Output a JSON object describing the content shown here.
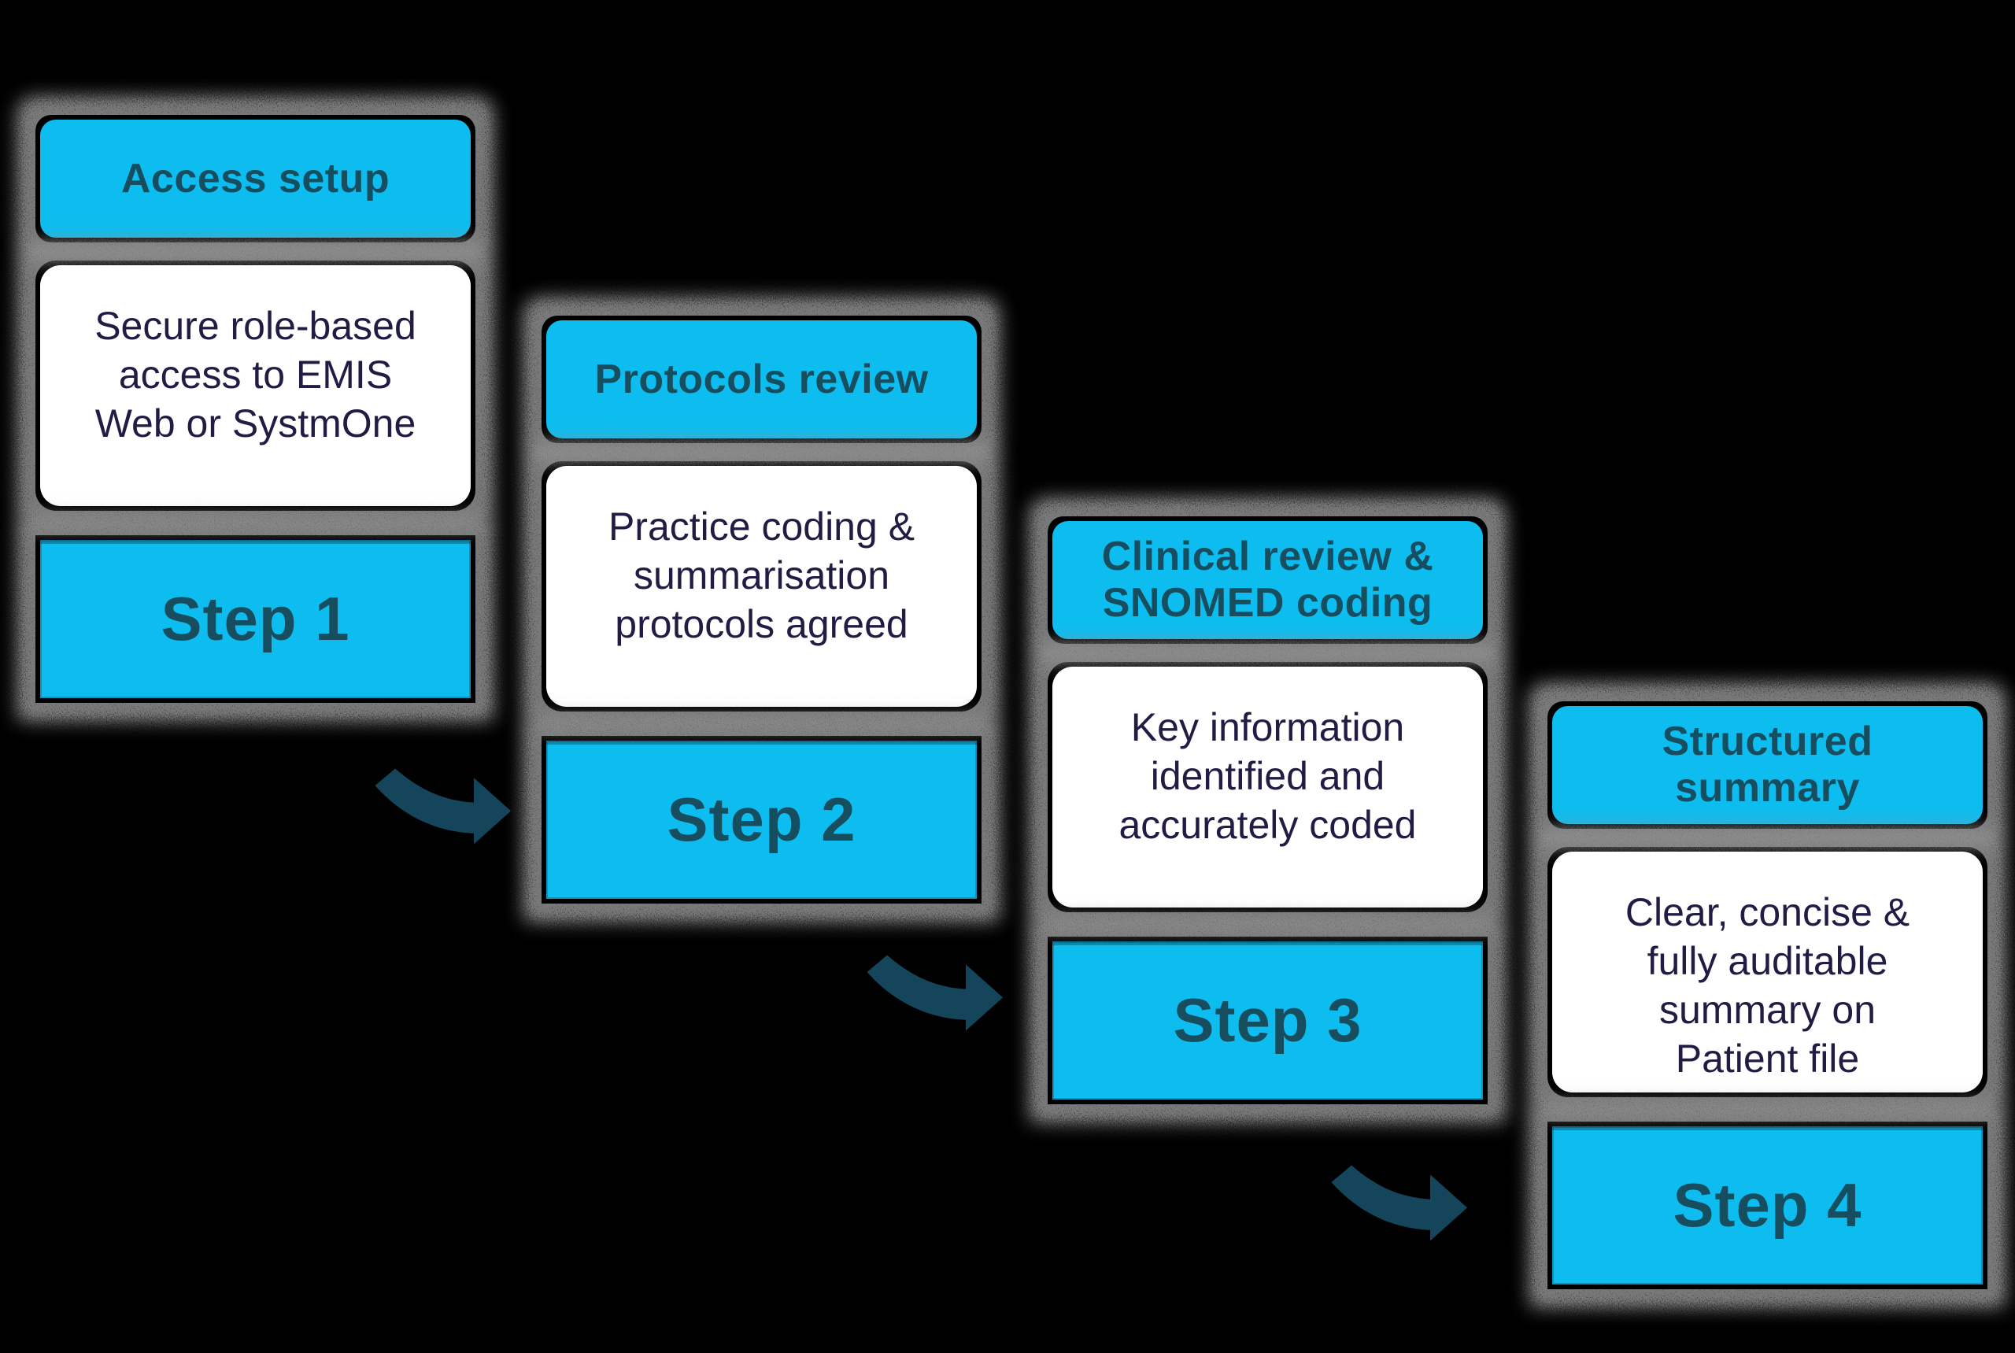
{
  "colors": {
    "cyan": "#10BDEF",
    "teal": "#184E5E",
    "navy": "#201E45",
    "arrow": "#15455A",
    "card": "#FFFFFF",
    "background": "#000000"
  },
  "steps": [
    {
      "title": "Access setup",
      "description": "Secure role-based access to EMIS Web or SystmOne",
      "step_label": "Step 1"
    },
    {
      "title": "Protocols review",
      "description": "Practice coding & summarisation protocols agreed",
      "step_label": "Step 2"
    },
    {
      "title": "Clinical review & SNOMED coding",
      "description": "Key information identified and accurately coded",
      "step_label": "Step 3"
    },
    {
      "title": "Structured summary",
      "description": "Clear, concise & fully auditable summary on Patient file",
      "step_label": "Step 4"
    }
  ]
}
